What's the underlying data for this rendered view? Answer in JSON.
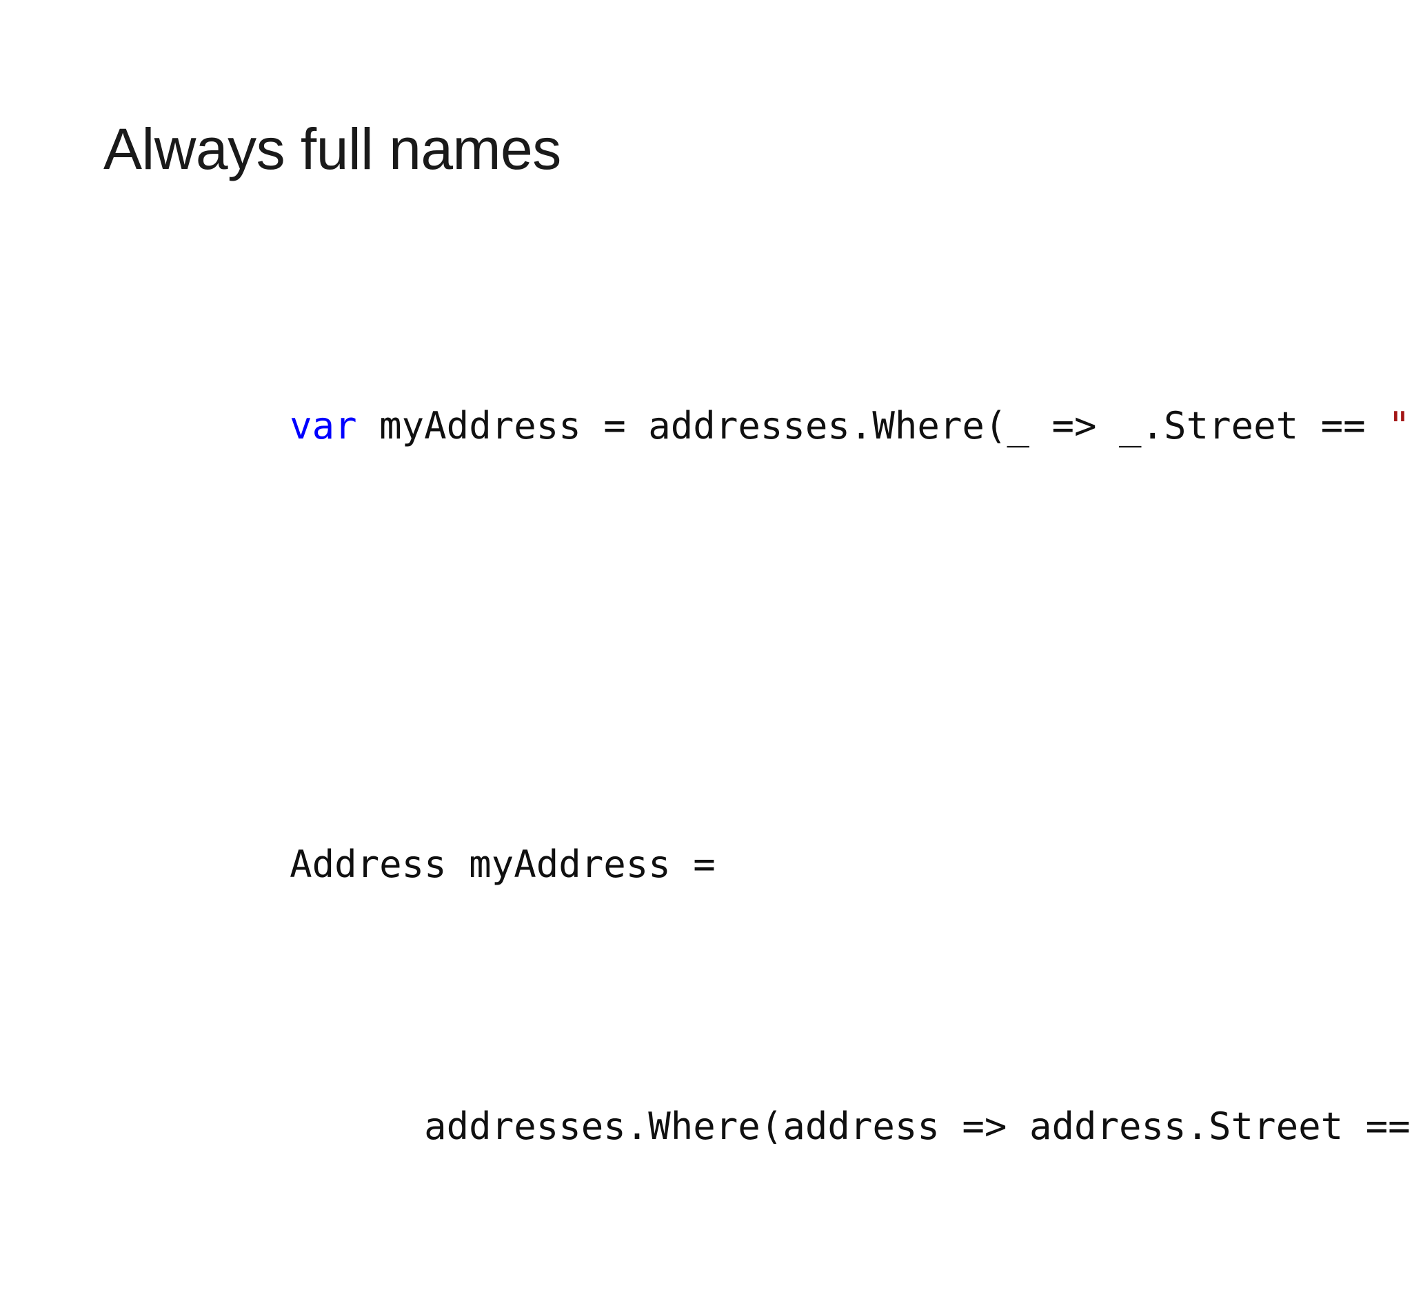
{
  "slide": {
    "title": "Always full names",
    "background_color": "#FFFFFF",
    "text_color": "#101010",
    "accent_colors": {
      "keyword_blue": "#0000FF",
      "string_red": "#A31515",
      "title_black": "#1A1A1A"
    }
  },
  "code_blocks": [
    {
      "name": "var-example",
      "lines": [
        {
          "tokens": [
            {
              "type": "keyword",
              "text": "var"
            },
            {
              "type": "plain",
              "text": " myAddress = addresses.Where(_ => _.Street == "
            },
            {
              "type": "string",
              "text": "\"...\""
            },
            {
              "type": "plain",
              "text": ");"
            }
          ]
        }
      ]
    },
    {
      "name": "explicit-type-example",
      "lines": [
        {
          "tokens": [
            {
              "type": "plain",
              "text": "Address myAddress ="
            }
          ]
        },
        {
          "tokens": [
            {
              "type": "plain",
              "text": "      addresses.Where(address => address.Street == "
            },
            {
              "type": "string",
              "text": "\"...\""
            },
            {
              "type": "plain",
              "text": ");"
            }
          ]
        }
      ]
    }
  ]
}
